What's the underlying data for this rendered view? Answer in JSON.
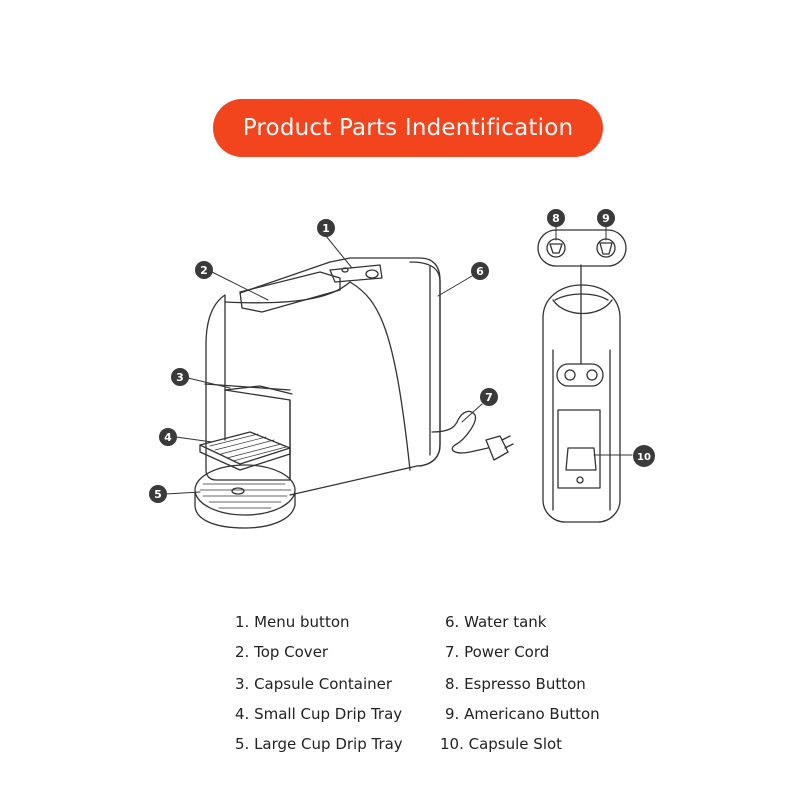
{
  "title": "Product Parts Indentification",
  "colors": {
    "title_bg": "#f2441d",
    "title_text": "#ffffff",
    "callout_fill": "#3a3a3a",
    "line": "#333333"
  },
  "callouts": [
    "1",
    "2",
    "3",
    "4",
    "5",
    "6",
    "7",
    "8",
    "9",
    "10"
  ],
  "legend": {
    "left": [
      "1. Menu button",
      "2. Top Cover",
      "3. Capsule Container",
      "4.  Small Cup Drip Tray",
      "5. Large Cup Drip Tray"
    ],
    "right": [
      "6. Water tank",
      "7. Power Cord",
      "8. Espresso Button",
      "9. Americano Button",
      "10. Capsule Slot"
    ]
  },
  "icons": [
    "espresso-cup-icon",
    "americano-cup-icon"
  ]
}
